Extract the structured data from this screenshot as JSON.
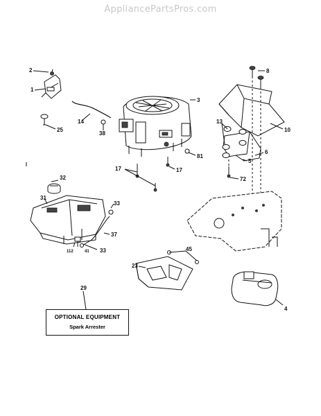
{
  "header": {
    "watermark": "AppliancePartsPros.com"
  },
  "callouts": {
    "c1": "1",
    "c2": "2",
    "c3": "3",
    "c4": "4",
    "c5": "5",
    "c6": "6",
    "c8": "8",
    "c10": "10",
    "c13": "13",
    "c14": "14",
    "c17a": "17",
    "c17b": "17",
    "c23": "23",
    "c25": "25",
    "c29": "29",
    "c31": "31",
    "c32": "32",
    "c33a": "33",
    "c33b": "33",
    "c37": "37",
    "c38": "38",
    "c41": "41",
    "c45": "45",
    "c72": "72",
    "c81": "81",
    "c112": "112"
  },
  "optional_box": {
    "title": "OPTIONAL EQUIPMENT",
    "subtitle": "Spark Arrester"
  }
}
